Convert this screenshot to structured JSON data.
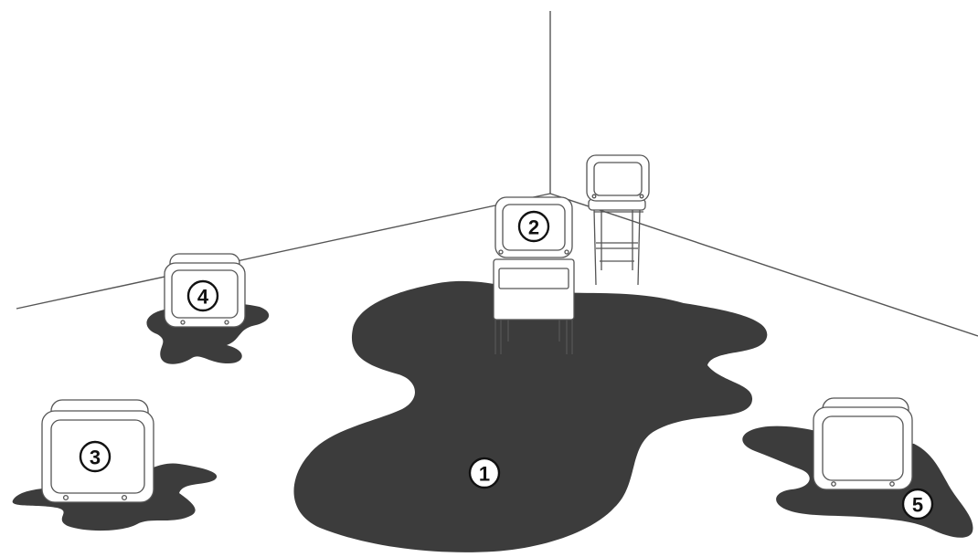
{
  "colors": {
    "background": "#ffffff",
    "puddle": "#3c3c3c",
    "line": "#333333",
    "label_fill": "#ffffff",
    "label_text": "#111111"
  },
  "labels": {
    "one": "1",
    "two": "2",
    "three": "3",
    "four": "4",
    "five": "5"
  }
}
